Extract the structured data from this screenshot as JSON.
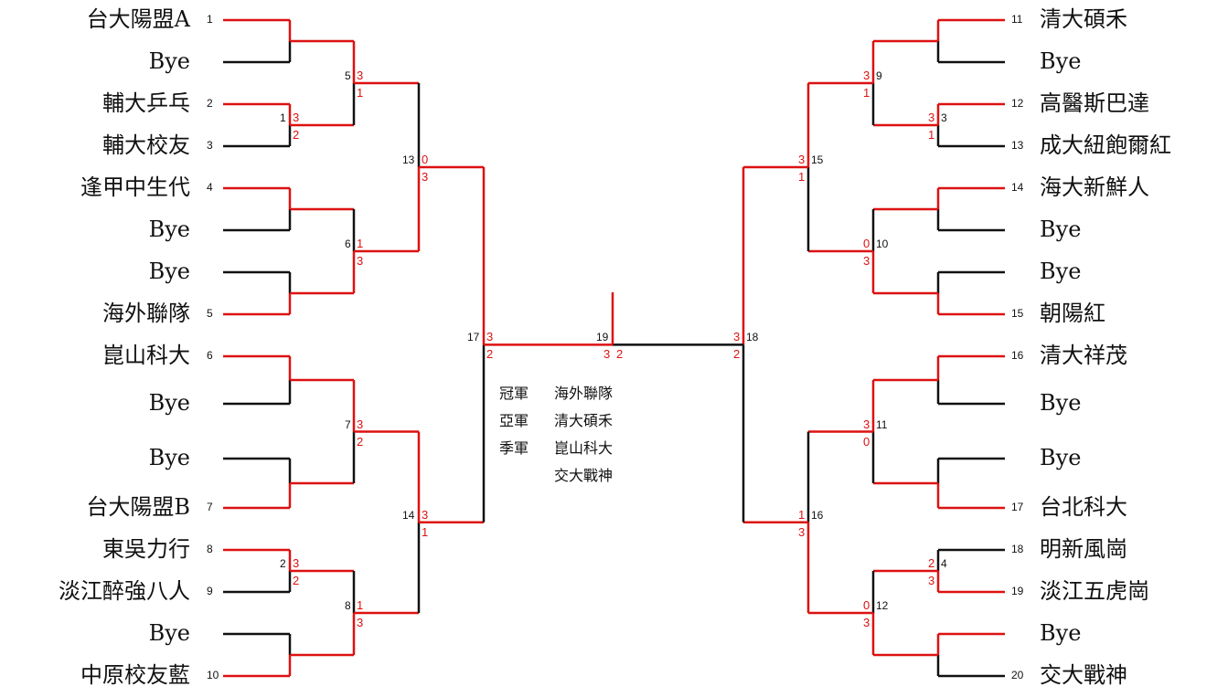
{
  "teams_left": [
    {
      "name": "台大陽盟A",
      "seed": "1"
    },
    {
      "name": "Bye",
      "seed": ""
    },
    {
      "name": "輔大乒乓",
      "seed": "2"
    },
    {
      "name": "輔大校友",
      "seed": "3"
    },
    {
      "name": "逢甲中生代",
      "seed": "4"
    },
    {
      "name": "Bye",
      "seed": ""
    },
    {
      "name": "Bye",
      "seed": ""
    },
    {
      "name": "海外聯隊",
      "seed": "5"
    },
    {
      "name": "崑山科大",
      "seed": "6"
    },
    {
      "name": "Bye",
      "seed": ""
    },
    {
      "name": "Bye",
      "seed": ""
    },
    {
      "name": "台大陽盟B",
      "seed": "7"
    },
    {
      "name": "東吳力行",
      "seed": "8"
    },
    {
      "name": "淡江醉強八人",
      "seed": "9"
    },
    {
      "name": "Bye",
      "seed": ""
    },
    {
      "name": "中原校友藍",
      "seed": "10"
    }
  ],
  "teams_right": [
    {
      "name": "清大碩禾",
      "seed": "11"
    },
    {
      "name": "Bye",
      "seed": ""
    },
    {
      "name": "高醫斯巴達",
      "seed": "12"
    },
    {
      "name": "成大紐飽爾紅",
      "seed": "13"
    },
    {
      "name": "海大新鮮人",
      "seed": "14"
    },
    {
      "name": "Bye",
      "seed": ""
    },
    {
      "name": "Bye",
      "seed": ""
    },
    {
      "name": "朝陽紅",
      "seed": "15"
    },
    {
      "name": "清大祥茂",
      "seed": "16"
    },
    {
      "name": "Bye",
      "seed": ""
    },
    {
      "name": "Bye",
      "seed": ""
    },
    {
      "name": "台北科大",
      "seed": "17"
    },
    {
      "name": "明新風崗",
      "seed": "18"
    },
    {
      "name": "淡江五虎崗",
      "seed": "19"
    },
    {
      "name": "Bye",
      "seed": ""
    },
    {
      "name": "交大戰神",
      "seed": "20"
    }
  ],
  "matches": {
    "m1": {
      "label": "1",
      "top": "3",
      "bottom": "2"
    },
    "m2": {
      "label": "2",
      "top": "3",
      "bottom": "2"
    },
    "m3": {
      "label": "3",
      "top": "3",
      "bottom": "1"
    },
    "m4": {
      "label": "4",
      "top": "2",
      "bottom": "3"
    },
    "m5": {
      "label": "5",
      "top": "3",
      "bottom": "1"
    },
    "m6": {
      "label": "6",
      "top": "1",
      "bottom": "3"
    },
    "m7": {
      "label": "7",
      "top": "3",
      "bottom": "2"
    },
    "m8": {
      "label": "8",
      "top": "1",
      "bottom": "3"
    },
    "m9": {
      "label": "9",
      "top": "3",
      "bottom": "1"
    },
    "m10": {
      "label": "10",
      "top": "0",
      "bottom": "3"
    },
    "m11": {
      "label": "11",
      "top": "3",
      "bottom": "0"
    },
    "m12": {
      "label": "12",
      "top": "0",
      "bottom": "3"
    },
    "m13": {
      "label": "13",
      "top": "0",
      "bottom": "3"
    },
    "m14": {
      "label": "14",
      "top": "3",
      "bottom": "1"
    },
    "m15": {
      "label": "15",
      "top": "3",
      "bottom": "1"
    },
    "m16": {
      "label": "16",
      "top": "1",
      "bottom": "3"
    },
    "m17": {
      "label": "17",
      "top": "3",
      "bottom": "2"
    },
    "m18": {
      "label": "18",
      "top": "3",
      "bottom": "2"
    },
    "m19": {
      "label": "19",
      "left": "3",
      "right": "2"
    }
  },
  "summary": {
    "champion_label": "冠軍",
    "champion": "海外聯隊",
    "runner_up_label": "亞軍",
    "runner_up": "清大碩禾",
    "third_label": "季軍",
    "third_1": "崑山科大",
    "third_2": "交大戰神"
  },
  "colors": {
    "winner_line": "#dd1111",
    "loser_line": "#111111",
    "score": "#dd1111"
  }
}
